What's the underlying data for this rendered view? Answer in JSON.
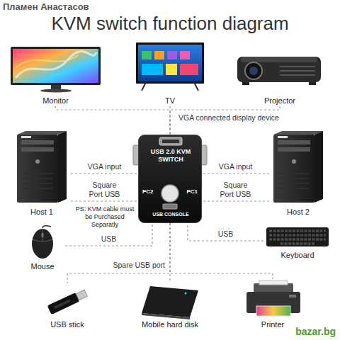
{
  "diagram": {
    "title": "KVM switch function diagram",
    "nodes": [
      {
        "text": [
          "Monitor"
        ]
      },
      {
        "text": [
          "TV"
        ]
      },
      {
        "text": [
          "Projector"
        ]
      },
      {
        "text": [
          "Host 1"
        ]
      },
      {
        "text": [
          "USB 2.0 KVM SWITCH",
          "PC2",
          "PC1",
          "USB CONSOLE"
        ]
      },
      {
        "text": [
          "Host 2"
        ]
      },
      {
        "text": [
          "Mouse"
        ]
      },
      {
        "text": [
          "Keyboard"
        ]
      },
      {
        "text": [
          "USB stick"
        ]
      },
      {
        "text": [
          "Mobile hard disk"
        ]
      },
      {
        "text": [
          "Printer"
        ]
      }
    ],
    "edges": [
      {
        "from": 0,
        "to": 4,
        "arrow": "none"
      },
      {
        "from": 1,
        "to": 4,
        "arrow": "none"
      },
      {
        "from": 2,
        "to": 4,
        "arrow": "none"
      },
      {
        "from": 3,
        "to": 4,
        "label": "VGA input",
        "arrow": "none"
      },
      {
        "from": 3,
        "to": 4,
        "label": "Square Port USB",
        "arrow": "none"
      },
      {
        "from": 5,
        "to": 4,
        "label": "VGA input",
        "arrow": "none"
      },
      {
        "from": 5,
        "to": 4,
        "label": "Square Port USB",
        "arrow": "none"
      },
      {
        "from": 6,
        "to": 4,
        "label": "USB",
        "arrow": "none"
      },
      {
        "from": 7,
        "to": 4,
        "label": "USB",
        "arrow": "none"
      },
      {
        "from": 4,
        "to": 8,
        "arrow": "none"
      },
      {
        "from": 4,
        "to": 9,
        "arrow": "none"
      },
      {
        "from": 4,
        "to": 10,
        "arrow": "none"
      }
    ],
    "labels": [
      "Пламен Анастасов",
      "VGA connected display device",
      "PS: KVM cable must be Purchased Separatly",
      "Spare USB port",
      "bazar.bg"
    ]
  }
}
